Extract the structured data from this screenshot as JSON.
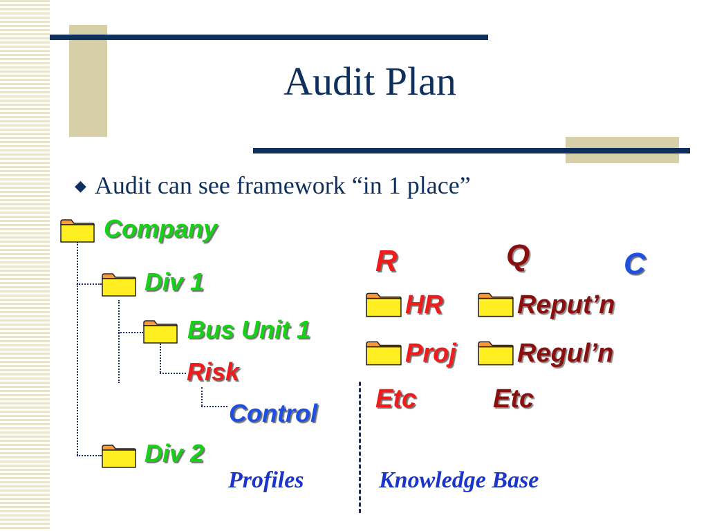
{
  "slide": {
    "title": "Audit Plan",
    "bullet": "Audit can see framework “in 1 place”",
    "colors": {
      "title": "#0f2f5c",
      "accent_beige": "#d6cfa8",
      "tree_green": "#19d019",
      "control_blue": "#1e4fe0",
      "risk_red": "#ee1c1c",
      "kb_maroon": "#8a0f0f"
    }
  },
  "tree": {
    "company": "Company",
    "div1": "Div 1",
    "bus_unit1": "Bus Unit 1",
    "risk": "Risk",
    "control": "Control",
    "div2": "Div 2",
    "caption": "Profiles"
  },
  "knowledge_base": {
    "headers": {
      "r": "R",
      "q": "Q",
      "c": "C"
    },
    "col1": [
      "HR",
      "Proj",
      "Etc"
    ],
    "col2": [
      "Reput’n",
      "Regul’n",
      "Etc"
    ],
    "caption": "Knowledge Base"
  },
  "icons": {
    "folder": "folder-icon",
    "bullet": "diamond-bullet-icon"
  }
}
